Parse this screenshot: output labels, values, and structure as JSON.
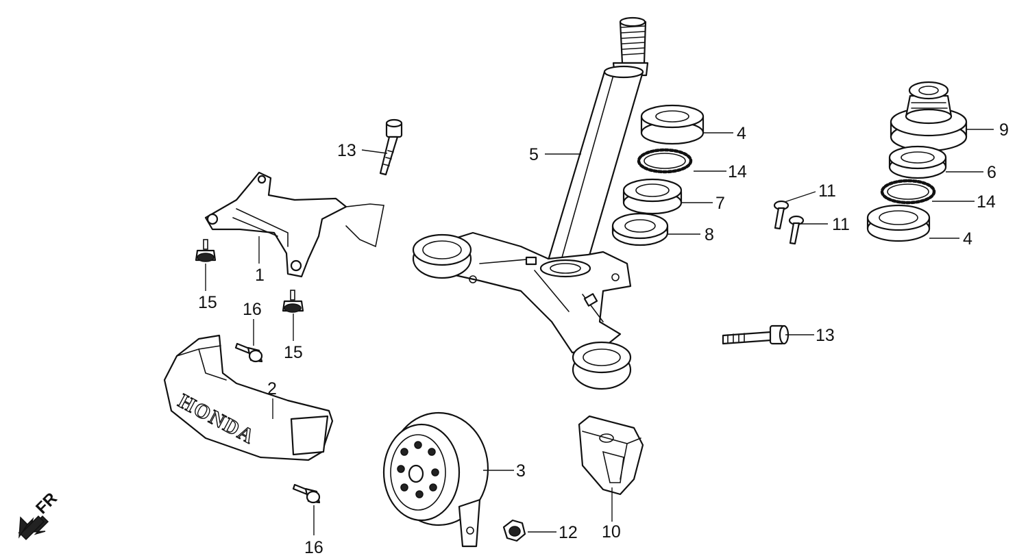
{
  "brand_mark": "HONDA",
  "direction": {
    "label": "FR",
    "icon": "front-direction-arrow-icon"
  },
  "callouts": {
    "c1": "1",
    "c2": "2",
    "c3": "3",
    "c4a": "4",
    "c4b": "4",
    "c5": "5",
    "c6": "6",
    "c7": "7",
    "c8": "8",
    "c9": "9",
    "c10": "10",
    "c11a": "11",
    "c11b": "11",
    "c12": "12",
    "c13a": "13",
    "c13b": "13",
    "c14a": "14",
    "c14b": "14",
    "c15a": "15",
    "c15b": "15",
    "c16a": "16",
    "c16b": "16"
  }
}
